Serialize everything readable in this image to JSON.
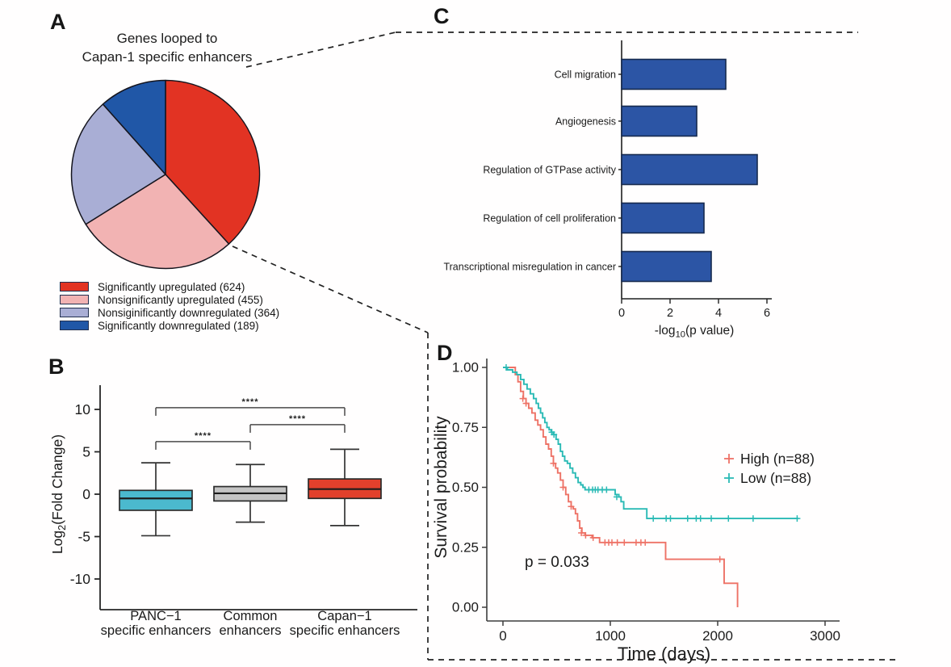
{
  "panels": {
    "a": "A",
    "b": "B",
    "c": "C",
    "d": "D"
  },
  "colors": {
    "text": "#1b1b1b",
    "axis": "#3d3d3d",
    "dash_line": "#222222",
    "bracket": "#4a4a4a"
  },
  "chart_data": [
    {
      "id": "pie_a",
      "type": "pie",
      "title_lines": [
        "Genes looped to",
        "Capan-1 specific enhancers"
      ],
      "legend_position": "bottom-left",
      "slices": [
        {
          "label": "Significantly upregulated (624)",
          "value": 624,
          "color": "#E23323"
        },
        {
          "label": "Nonsignificantly upregulated (455)",
          "value": 455,
          "color": "#F2B3B3"
        },
        {
          "label": "Nonsiginificantly downregulated (364)",
          "value": 364,
          "color": "#A9AED5"
        },
        {
          "label": "Significantly downregulated (189)",
          "value": 189,
          "color": "#2057A7"
        }
      ],
      "start": "12-o-clock",
      "direction": "clockwise"
    },
    {
      "id": "box_b",
      "type": "box",
      "ylabel_parts": [
        "Log",
        "2",
        "(Fold Change)"
      ],
      "ylim": [
        -13.5,
        13
      ],
      "yticks": [
        {
          "v": 10,
          "label": "10"
        },
        {
          "v": 5,
          "label": "5"
        },
        {
          "v": 0,
          "label": "0"
        },
        {
          "v": -5,
          "label": "-5"
        },
        {
          "v": -10,
          "label": "-10"
        }
      ],
      "groups": [
        {
          "label_line1": "PANC−1",
          "label_line2": "specific enhancers",
          "color": "#4BB9CE",
          "whisker_low": -4.9,
          "q1": -1.9,
          "median": -0.5,
          "q3": 0.45,
          "whisker_high": 3.7
        },
        {
          "label_line1": "Common",
          "label_line2": "enhancers",
          "color": "#C4C4C4",
          "whisker_low": -3.3,
          "q1": -0.8,
          "median": 0.1,
          "q3": 0.9,
          "whisker_high": 3.5
        },
        {
          "label_line1": "Capan−1",
          "label_line2": "specific enhancers",
          "color": "#E2402C",
          "whisker_low": -3.7,
          "q1": -0.5,
          "median": 0.6,
          "q3": 1.8,
          "whisker_high": 5.3
        }
      ],
      "comparisons": [
        {
          "a": 0,
          "b": 1,
          "y": 6.2,
          "stars": "****"
        },
        {
          "a": 1,
          "b": 2,
          "y": 8.2,
          "stars": "****"
        },
        {
          "a": 0,
          "b": 2,
          "y": 10.2,
          "stars": "****"
        }
      ]
    },
    {
      "id": "bar_c",
      "type": "bar",
      "orientation": "horizontal",
      "categories": [
        "Cell migration",
        "Angiogenesis",
        "Regulation of GTPase activity",
        "Regulation of cell proliferation",
        "Transcriptional misregulation in cancer"
      ],
      "values": [
        4.3,
        3.1,
        5.6,
        3.4,
        3.7
      ],
      "xlabel_parts": [
        "-log",
        "10",
        "(p value)"
      ],
      "xticks": [
        {
          "v": 0,
          "label": "0"
        },
        {
          "v": 2,
          "label": "2"
        },
        {
          "v": 4,
          "label": "4"
        },
        {
          "v": 6,
          "label": "6"
        }
      ],
      "xlim": [
        0,
        6.2
      ],
      "bar_color": "#2C55A5",
      "bar_border": "#16294E"
    },
    {
      "id": "km_d",
      "type": "line",
      "subtype": "kaplan-meier",
      "xlabel": "Time (days)",
      "ylabel": "Survival probability",
      "pvalue_text": "p = 0.033",
      "xticks": [
        {
          "v": 0,
          "label": "0"
        },
        {
          "v": 1000,
          "label": "1000"
        },
        {
          "v": 2000,
          "label": "2000"
        },
        {
          "v": 3000,
          "label": "3000"
        }
      ],
      "yticks": [
        {
          "v": 1.0,
          "label": "1.00"
        },
        {
          "v": 0.75,
          "label": "0.75"
        },
        {
          "v": 0.5,
          "label": "0.50"
        },
        {
          "v": 0.25,
          "label": "0.25"
        },
        {
          "v": 0.0,
          "label": "0.00"
        }
      ],
      "xlim": [
        0,
        3100
      ],
      "ylim": [
        0,
        1
      ],
      "legend_position": "middle-right",
      "series": [
        {
          "name": "High (n=88)",
          "color": "#EE7266",
          "points": [
            [
              0,
              1.0
            ],
            [
              90,
              1.0
            ],
            [
              115,
              0.97
            ],
            [
              140,
              0.94
            ],
            [
              165,
              0.9
            ],
            [
              190,
              0.87
            ],
            [
              215,
              0.85
            ],
            [
              240,
              0.83
            ],
            [
              270,
              0.81
            ],
            [
              300,
              0.78
            ],
            [
              325,
              0.76
            ],
            [
              350,
              0.74
            ],
            [
              375,
              0.71
            ],
            [
              400,
              0.68
            ],
            [
              425,
              0.66
            ],
            [
              450,
              0.63
            ],
            [
              470,
              0.6
            ],
            [
              490,
              0.58
            ],
            [
              510,
              0.56
            ],
            [
              535,
              0.53
            ],
            [
              560,
              0.5
            ],
            [
              585,
              0.47
            ],
            [
              610,
              0.44
            ],
            [
              635,
              0.42
            ],
            [
              655,
              0.41
            ],
            [
              675,
              0.39
            ],
            [
              695,
              0.36
            ],
            [
              715,
              0.33
            ],
            [
              735,
              0.31
            ],
            [
              765,
              0.3
            ],
            [
              830,
              0.29
            ],
            [
              900,
              0.27
            ],
            [
              1500,
              0.27
            ],
            [
              1515,
              0.2
            ],
            [
              2040,
              0.2
            ],
            [
              2060,
              0.1
            ],
            [
              2175,
              0.1
            ],
            [
              2185,
              0.0
            ]
          ],
          "censors": [
            [
              185,
              0.87
            ],
            [
              215,
              0.85
            ],
            [
              470,
              0.6
            ],
            [
              560,
              0.5
            ],
            [
              635,
              0.42
            ],
            [
              730,
              0.31
            ],
            [
              770,
              0.3
            ],
            [
              840,
              0.29
            ],
            [
              950,
              0.27
            ],
            [
              985,
              0.27
            ],
            [
              1015,
              0.27
            ],
            [
              1065,
              0.27
            ],
            [
              1130,
              0.27
            ],
            [
              1240,
              0.27
            ],
            [
              1285,
              0.27
            ],
            [
              1325,
              0.27
            ],
            [
              2020,
              0.2
            ]
          ]
        },
        {
          "name": "Low (n=88)",
          "color": "#2ABAB5",
          "points": [
            [
              0,
              1.0
            ],
            [
              40,
              0.99
            ],
            [
              90,
              0.98
            ],
            [
              130,
              0.97
            ],
            [
              165,
              0.95
            ],
            [
              195,
              0.93
            ],
            [
              225,
              0.91
            ],
            [
              255,
              0.89
            ],
            [
              285,
              0.87
            ],
            [
              310,
              0.85
            ],
            [
              330,
              0.83
            ],
            [
              350,
              0.81
            ],
            [
              370,
              0.79
            ],
            [
              390,
              0.77
            ],
            [
              410,
              0.75
            ],
            [
              430,
              0.74
            ],
            [
              450,
              0.73
            ],
            [
              470,
              0.72
            ],
            [
              495,
              0.7
            ],
            [
              515,
              0.68
            ],
            [
              535,
              0.65
            ],
            [
              555,
              0.63
            ],
            [
              575,
              0.61
            ],
            [
              600,
              0.6
            ],
            [
              625,
              0.58
            ],
            [
              650,
              0.56
            ],
            [
              675,
              0.54
            ],
            [
              700,
              0.52
            ],
            [
              725,
              0.51
            ],
            [
              745,
              0.5
            ],
            [
              765,
              0.49
            ],
            [
              1020,
              0.49
            ],
            [
              1045,
              0.47
            ],
            [
              1080,
              0.46
            ],
            [
              1100,
              0.44
            ],
            [
              1125,
              0.41
            ],
            [
              1300,
              0.41
            ],
            [
              1340,
              0.37
            ],
            [
              2750,
              0.37
            ]
          ],
          "censors": [
            [
              30,
              1.0
            ],
            [
              455,
              0.73
            ],
            [
              475,
              0.72
            ],
            [
              800,
              0.49
            ],
            [
              835,
              0.49
            ],
            [
              860,
              0.49
            ],
            [
              885,
              0.49
            ],
            [
              925,
              0.49
            ],
            [
              965,
              0.49
            ],
            [
              1060,
              0.46
            ],
            [
              1400,
              0.37
            ],
            [
              1520,
              0.37
            ],
            [
              1560,
              0.37
            ],
            [
              1720,
              0.37
            ],
            [
              1800,
              0.37
            ],
            [
              1840,
              0.37
            ],
            [
              1940,
              0.37
            ],
            [
              2100,
              0.37
            ],
            [
              2330,
              0.37
            ],
            [
              2740,
              0.37
            ]
          ]
        }
      ]
    }
  ]
}
